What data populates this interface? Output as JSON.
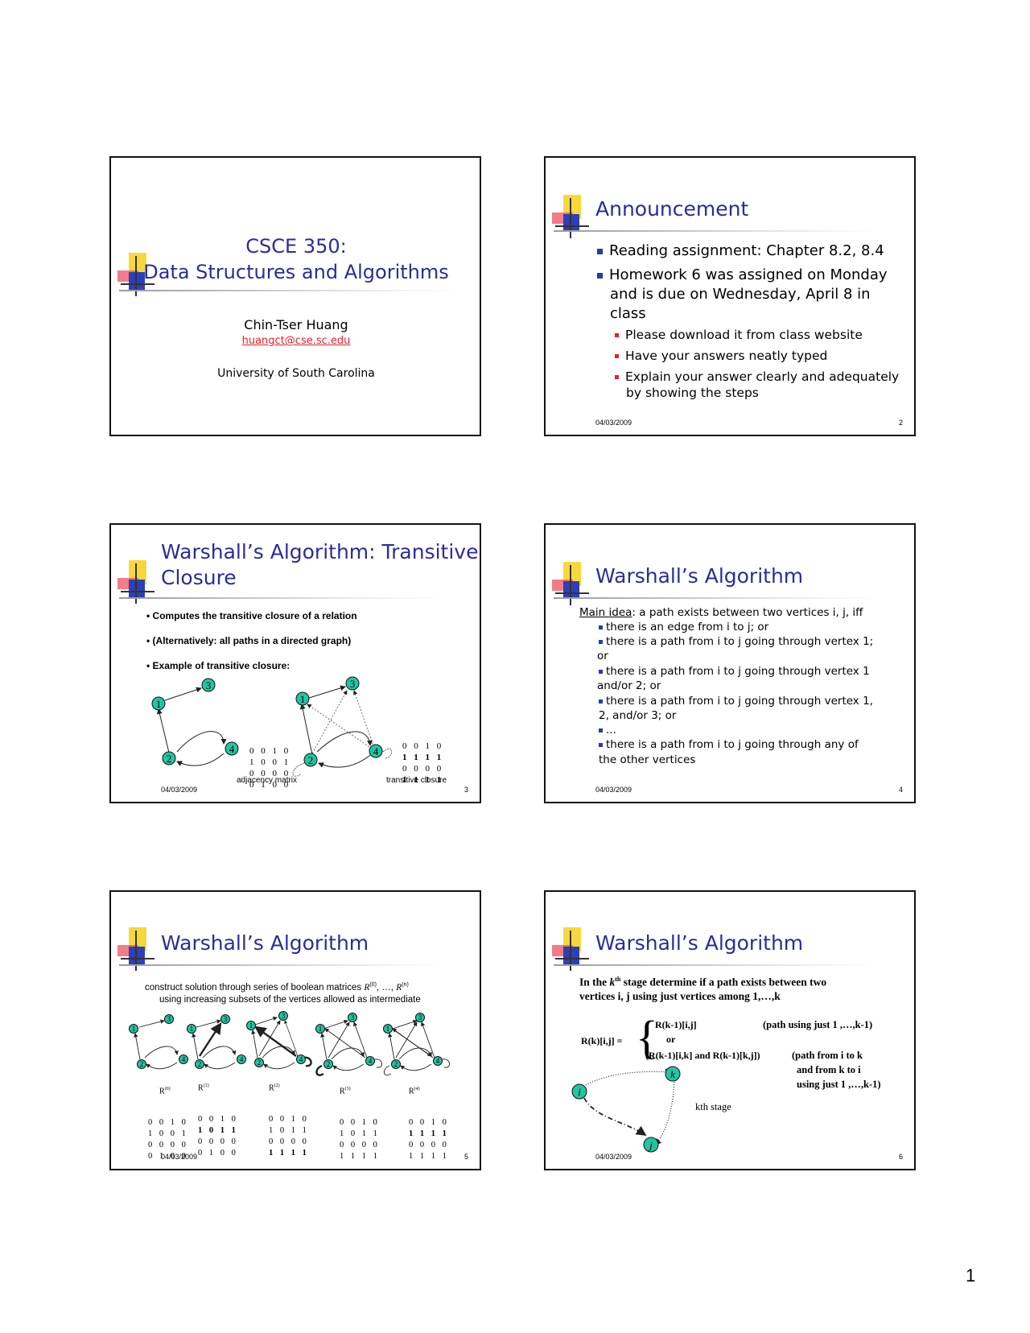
{
  "page_number": "1",
  "slide1": {
    "title_line1": "CSCE 350:",
    "title_line2": "Data Structures and Algorithms",
    "author": "Chin-Tser Huang",
    "email": "huangct@cse.sc.edu",
    "university": "University of South Carolina"
  },
  "slide2": {
    "title": "Announcement",
    "bullets": [
      "Reading assignment: Chapter 8.2, 8.4",
      "Homework 6 was assigned on Monday",
      "and is due on Wednesday, April 8 in",
      "class"
    ],
    "subbullets": [
      "Please download it from class website",
      "Have your answers neatly typed",
      "Explain your answer clearly and adequately",
      "by showing the steps"
    ],
    "date": "04/03/2009",
    "number": "2"
  },
  "slide3": {
    "title_line1": "Warshall’s Algorithm: Transitive",
    "title_line2": "Closure",
    "bullets": [
      "• Computes the transitive closure of a relation",
      "• (Alternatively: all paths in a directed graph)",
      "• Example of transitive closure:"
    ],
    "matrix_adj": [
      "0 0 1 0",
      "1 0 0 1",
      "0 0 0 0",
      "0 1 0 0"
    ],
    "matrix_tc": [
      "0 0 1 0",
      "1 1 1 1",
      "0 0 0 0",
      "1 1 1 1"
    ],
    "caption_adj": "adjacency matrix",
    "caption_tc": "transitive closure",
    "nodes": [
      "1",
      "2",
      "3",
      "4"
    ],
    "date": "04/03/2009",
    "number": "3"
  },
  "slide4": {
    "title": "Warshall’s Algorithm",
    "main_idea_label": "Main idea",
    "main_idea_rest": ": a path exists between two vertices i, j, iff",
    "lines": [
      "there is an edge from i to j; or",
      "there is a path  from i to j going through vertex 1;",
      "or",
      "there is a path  from i to j going through vertex 1",
      "and/or 2; or",
      "there is a path  from i to j going through vertex 1,",
      "2, and/or 3; or",
      "...",
      "there is a path  from i to j going through any of",
      "the other vertices"
    ],
    "date": "04/03/2009",
    "number": "4"
  },
  "slide5": {
    "title": "Warshall’s Algorithm",
    "desc_line1a": "construct solution through series of boolean matrices ",
    "desc_r0": "R",
    "desc_r0_sup": "(0)",
    "desc_mid": ", …, ",
    "desc_rn": "R",
    "desc_rn_sup": "(n)",
    "desc_line2": "using increasing subsets of the vertices allowed as intermediate",
    "matrix_labels": [
      "R",
      "R",
      "R",
      "R",
      "R"
    ],
    "matrix_sups": [
      "(0)",
      "(1)",
      "(2)",
      "(3)",
      "(4)"
    ],
    "matrices": [
      [
        "0 0 1 0",
        "1 0 0 1",
        "0 0 0 0",
        "0 1 0 0"
      ],
      [
        "0 0 1 0",
        "1 0 1 1",
        "0 0 0 0",
        "0 1 0 0"
      ],
      [
        "0 0 1 0",
        "1 0 1 1",
        "0 0 0 0",
        "1 1 1 1"
      ],
      [
        "0 0 1 0",
        "1 0 1 1",
        "0 0 0 0",
        "1 1 1 1"
      ],
      [
        "0 0 1 0",
        "1 1 1 1",
        "0 0 0 0",
        "1 1 1 1"
      ]
    ],
    "nodes": [
      "1",
      "2",
      "3",
      "4"
    ],
    "date": "04/03/2009",
    "number": "5"
  },
  "slide6": {
    "title": "Warshall’s Algorithm",
    "intro_line1a": "In the ",
    "intro_k": "k",
    "intro_th": "th",
    "intro_line1b": " stage  determine if a path exists between two",
    "intro_line2": "vertices i, j using just vertices among 1,…,k",
    "lhs": "R(k)[i,j] =",
    "case1": "R(k-1)[i,j]",
    "case1_note": "(path using just 1 ,…,k-1)",
    "or": "or",
    "case2": "(R(k-1)[i,k]   and R(k-1)[k,j])",
    "case2_note1": "(path from i to k",
    "case2_note2": "and from k to i",
    "case2_note3": "using just 1 ,…,k-1)",
    "stage_label": "kth stage",
    "node_i": "i",
    "node_k": "k",
    "node_j": "j",
    "date": "04/03/2009",
    "number": "6"
  }
}
